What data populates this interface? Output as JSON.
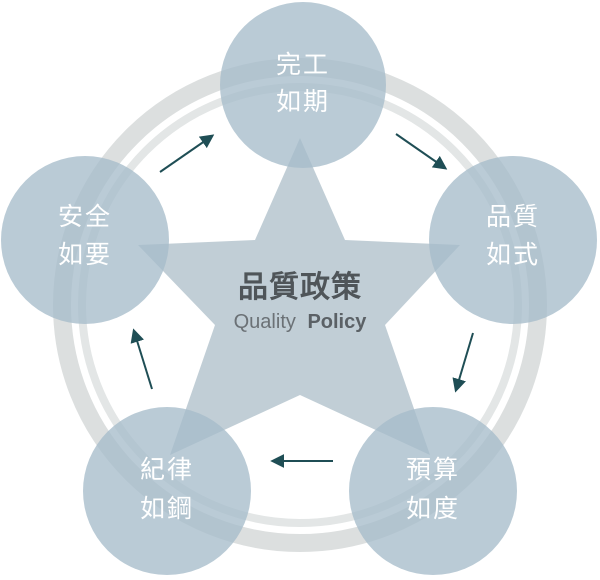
{
  "center": {
    "title": "品質政策",
    "subtitle_light": "Quality",
    "subtitle_bold": "Policy"
  },
  "nodes": [
    {
      "id": "top",
      "line1": "完工",
      "line2": "如期"
    },
    {
      "id": "right",
      "line1": "品質",
      "line2": "如式"
    },
    {
      "id": "bottom-right",
      "line1": "預算",
      "line2": "如度"
    },
    {
      "id": "bottom-left",
      "line1": "紀律",
      "line2": "如鋼"
    },
    {
      "id": "left",
      "line1": "安全",
      "line2": "如要"
    }
  ],
  "colors": {
    "node_fill": "#a7bccb",
    "ring_gray": "#dcdfdf",
    "star_fill": "#b6c5cf",
    "arrow": "#1f4e55",
    "title_text": "#4f5559",
    "node_text": "#ffffff"
  }
}
